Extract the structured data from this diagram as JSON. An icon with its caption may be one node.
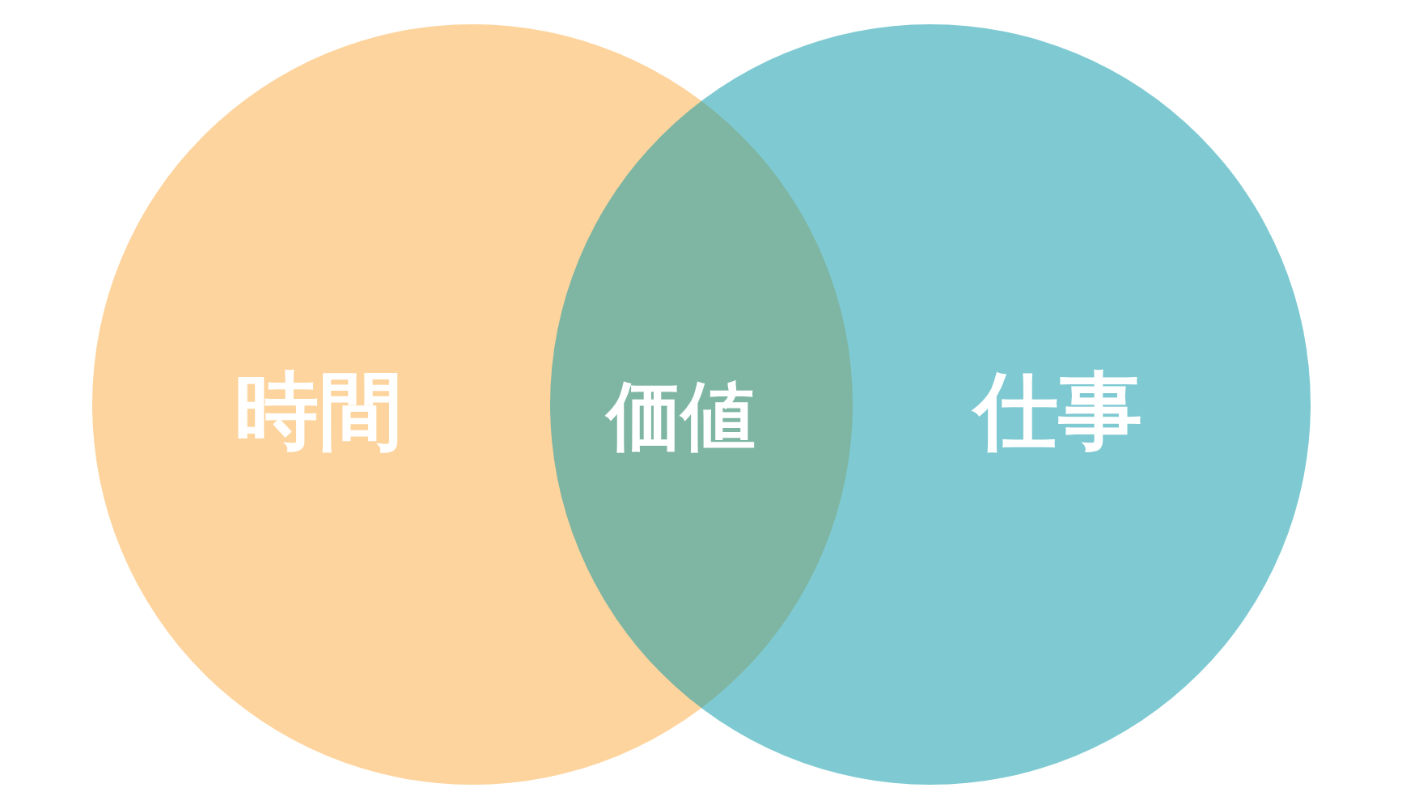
{
  "diagram": {
    "nodes": [
      {
        "text": [
          "時間"
        ]
      },
      {
        "text": [
          "仕事"
        ]
      }
    ],
    "labels": [
      "価値"
    ]
  }
}
